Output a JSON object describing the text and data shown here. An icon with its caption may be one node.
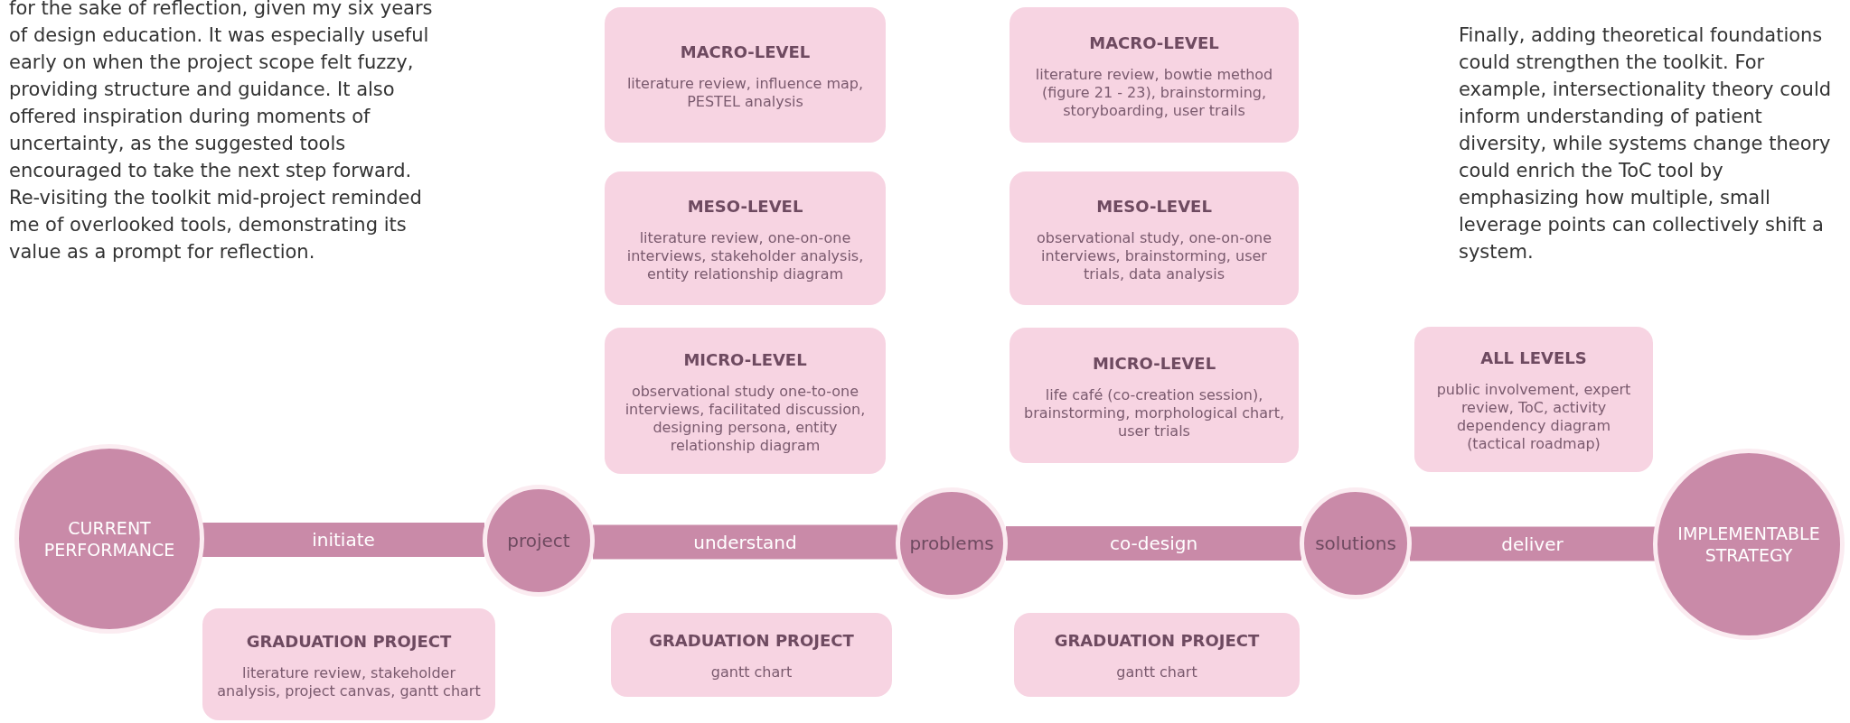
{
  "diagram": {
    "nodes": [
      {
        "text": [
          "CURRENT PERFORMANCE"
        ]
      },
      {
        "text": [
          "project"
        ]
      },
      {
        "text": [
          "problems"
        ]
      },
      {
        "text": [
          "solutions"
        ]
      },
      {
        "text": [
          "IMPLEMENTABLE STRATEGY"
        ]
      },
      {
        "text": [
          "MACRO-LEVEL",
          "literature review, influence map, PESTEL analysis"
        ]
      },
      {
        "text": [
          "MACRO-LEVEL",
          "literature review, bowtie method (figure 21 - 23), brainstorming, storyboarding, user trails"
        ]
      },
      {
        "text": [
          "MESO-LEVEL",
          "literature review, one-on-one interviews, stakeholder analysis, entity relationship diagram"
        ]
      },
      {
        "text": [
          "MESO-LEVEL",
          "observational study, one-on-one interviews, brainstorming, user trials, data analysis"
        ]
      },
      {
        "text": [
          "MICRO-LEVEL",
          "observational study one-to-one interviews, facilitated discussion, designing persona, entity relationship diagram"
        ]
      },
      {
        "text": [
          "MICRO-LEVEL",
          "life café (co-creation session), brainstorming, morphological chart, user trials"
        ]
      },
      {
        "text": [
          "ALL LEVELS",
          "public involvement, expert review, ToC, activity dependency diagram (tactical roadmap)"
        ]
      },
      {
        "text": [
          "GRADUATION PROJECT",
          "literature review, stakeholder analysis, project canvas, gantt chart"
        ]
      },
      {
        "text": [
          "GRADUATION PROJECT",
          "gantt chart"
        ]
      },
      {
        "text": [
          "GRADUATION PROJECT",
          "gantt chart"
        ]
      }
    ],
    "edges": [
      {
        "from": 0,
        "to": 1,
        "arrow": "none",
        "label": "initiate"
      },
      {
        "from": 1,
        "to": 2,
        "arrow": "none",
        "label": "understand"
      },
      {
        "from": 2,
        "to": 3,
        "arrow": "none",
        "label": "co-design"
      },
      {
        "from": 3,
        "to": 4,
        "arrow": "none",
        "label": "deliver"
      }
    ],
    "labels": [
      "for the sake of reflection, given my six years of design education. It was especially useful early on when the project scope felt fuzzy, providing structure and guidance. It also offered inspiration during moments of uncertainty, as the suggested tools encouraged to take the next step forward. Re-visiting the toolkit mid-project reminded me of overlooked tools, demonstrating its value as a prompt for reflection.",
      "Finally, adding theoretical foundations could strengthen the toolkit. For example, intersectionality theory could inform understanding of patient diversity, while systems change theory could enrich the ToC tool by emphasizing how multiple, small leverage points can collectively shift a system."
    ]
  }
}
